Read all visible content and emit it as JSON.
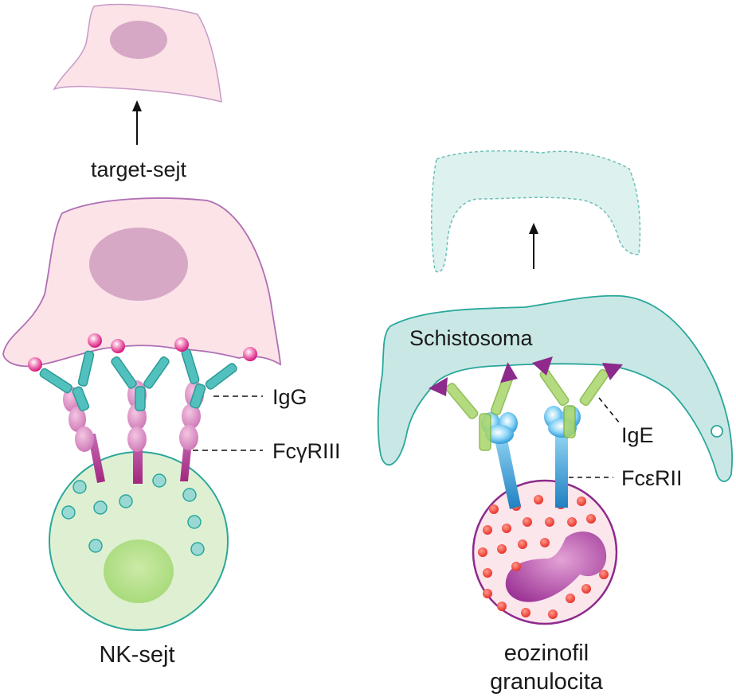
{
  "labels": {
    "target_cell": "target-sejt",
    "nk_cell": "NK-sejt",
    "igg": "IgG",
    "fc_gamma_receptor": "FcγRIII",
    "schistosoma": "Schistosoma",
    "ige": "IgE",
    "fc_epsilon_receptor": "FcεRII",
    "eosinophil_line1": "eozinofil",
    "eosinophil_line2": "granulocita"
  },
  "colors": {
    "target_fill": "#fbe3e8",
    "target_stroke": "#b06fb3",
    "nucleus": "#d6a8c5",
    "antibody_igg": "#52c0bd",
    "antigen_pink": "#e0197d",
    "nk_fill": "#dff0d2",
    "nk_stroke": "#2aa79b",
    "schisto_fill": "#c9e8e5",
    "schisto_stroke": "#2aa79b",
    "antibody_ige": "#9ccc58",
    "antigen_purple": "#8e2a8c",
    "receptor_blue": "#2e9ad8",
    "eos_fill": "#fbe6ec",
    "eos_stroke": "#8e2a8c",
    "granule_red": "#e8322a"
  }
}
